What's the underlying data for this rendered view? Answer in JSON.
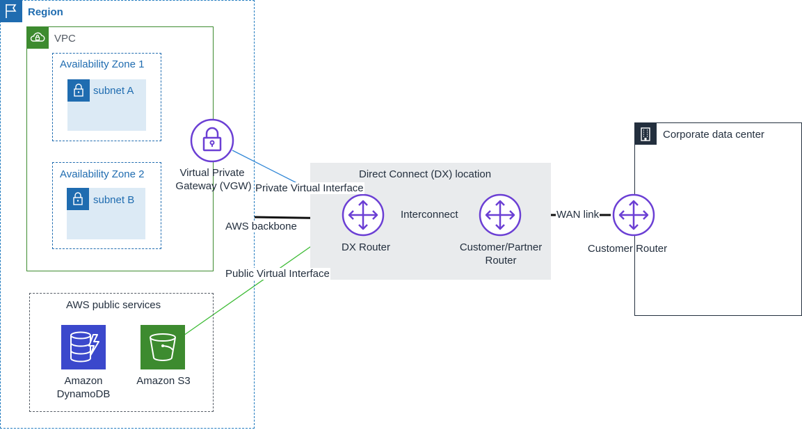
{
  "region": {
    "label": "Region",
    "icon": "flag-icon"
  },
  "vpc": {
    "label": "VPC",
    "icon": "cloud-lock-icon"
  },
  "availability_zones": [
    {
      "label": "Availability Zone 1",
      "subnet": "subnet A"
    },
    {
      "label": "Availability Zone 2",
      "subnet": "subnet B"
    }
  ],
  "vgw": {
    "line1": "Virtual Private",
    "line2": "Gateway (VGW)",
    "icon": "lock-icon"
  },
  "public_services": {
    "label": "AWS public services",
    "dynamodb": {
      "line1": "Amazon",
      "line2": "DynamoDB",
      "icon": "dynamodb-icon"
    },
    "s3": {
      "label": "Amazon S3",
      "icon": "s3-bucket-icon"
    }
  },
  "dx_location": {
    "label": "Direct Connect (DX) location",
    "dx_router": "DX Router",
    "customer_partner_router": {
      "line1": "Customer/Partner",
      "line2": "Router"
    }
  },
  "corporate_dc": {
    "label": "Corporate data center",
    "icon": "building-icon",
    "router": "Customer Router"
  },
  "connections": {
    "private_vif": "Private Virtual Interface",
    "public_vif": "Public Virtual Interface",
    "aws_backbone": "AWS backbone",
    "interconnect": "Interconnect",
    "wan_link": "WAN link"
  },
  "colors": {
    "region_blue": "#1f6cb0",
    "vpc_green": "#3d8b2f",
    "router_purple": "#6b3fd4",
    "private_line": "#2f86d6",
    "public_line": "#3dbb35",
    "dynamodb": "#3b48cc",
    "s3": "#3d8b2f"
  }
}
